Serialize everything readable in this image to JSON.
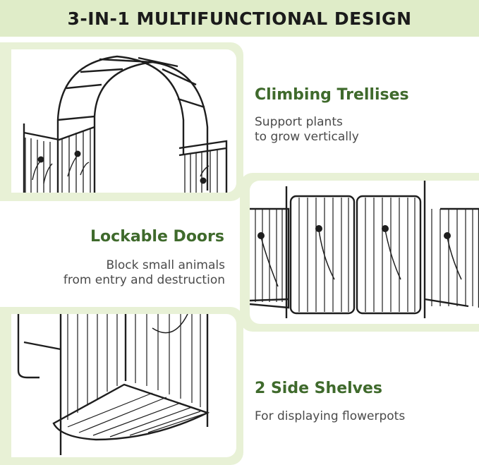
{
  "banner": {
    "title": "3-IN-1 MULTIFUNCTIONAL DESIGN"
  },
  "features": [
    {
      "title": "Climbing Trellises",
      "desc_lines": [
        "Support plants",
        "to grow vertically"
      ]
    },
    {
      "title": "Lockable Doors",
      "desc_lines": [
        "Block small animals",
        "from entry and destruction"
      ]
    },
    {
      "title": "2 Side Shelves",
      "desc_lines": [
        "For displaying flowerpots"
      ]
    }
  ],
  "colors": {
    "banner_bg": "#dfecc8",
    "accent_green": "#3f6a2c",
    "panel_bg": "#e8f1d6",
    "metal": "#1e1e1e"
  }
}
